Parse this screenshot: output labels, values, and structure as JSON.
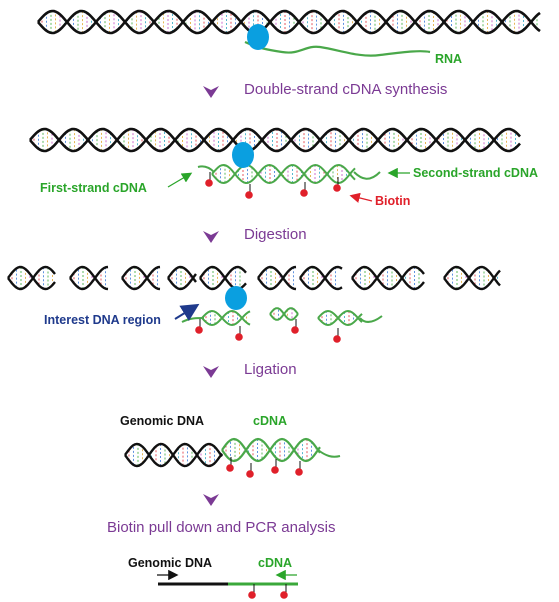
{
  "labels": {
    "rna": "RNA",
    "step1": "Double-strand cDNA synthesis",
    "first_strand": "First-strand cDNA",
    "second_strand": "Second-strand cDNA",
    "biotin": "Biotin",
    "step2": "Digestion",
    "interest_region": "Interest DNA region",
    "step3": "Ligation",
    "genomic_dna_1": "Genomic DNA",
    "cdna_1": "cDNA",
    "step4": "Biotin pull down and PCR analysis",
    "genomic_dna_2": "Genomic DNA",
    "cdna_2": "cDNA"
  },
  "colors": {
    "dna_strand": "#111111",
    "rna_cdna": "#4aa84a",
    "protein": "#0a9fe0",
    "biotin": "#e0202a",
    "step_arrow": "#7b3a94",
    "pointer_navy": "#1f3a8c"
  }
}
